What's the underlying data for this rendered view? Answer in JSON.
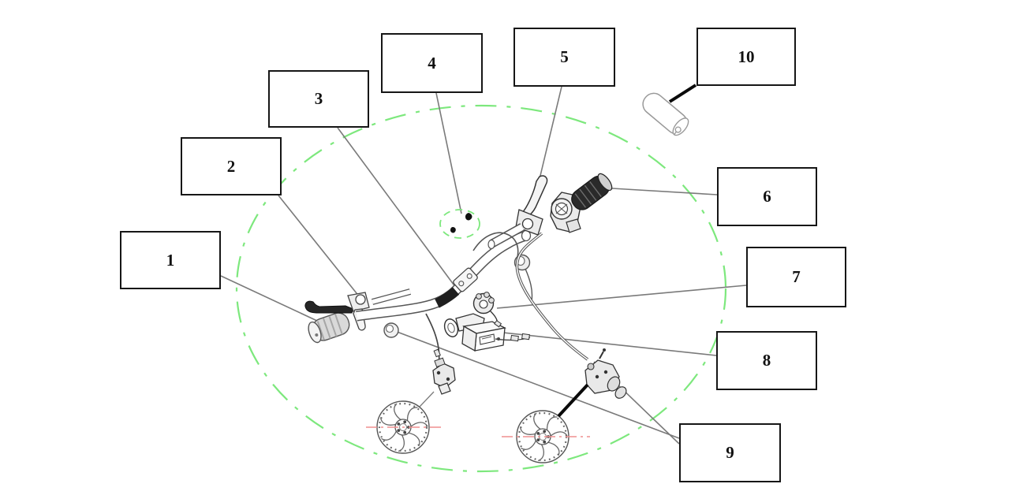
{
  "figure": {
    "type": "exploded-parts-diagram",
    "subject": "e-bike handlebar and brake assembly",
    "callouts": [
      {
        "label": "1",
        "part": "left-grip"
      },
      {
        "label": "2",
        "part": "left-brake-lever"
      },
      {
        "label": "3",
        "part": "handlebar"
      },
      {
        "label": "4",
        "part": "mounting-screws"
      },
      {
        "label": "5",
        "part": "right-brake-lever"
      },
      {
        "label": "6",
        "part": "throttle-grip"
      },
      {
        "label": "7",
        "part": "speed-sensor"
      },
      {
        "label": "8",
        "part": "display-controller"
      },
      {
        "label": "9",
        "part": "brake-calipers"
      },
      {
        "label": "10",
        "part": "grip-sleeve"
      }
    ],
    "colors": {
      "callout_border": "#161616",
      "leader_line": "#7a7a7a",
      "boundary_ellipse_green": "#7de87d",
      "rotor_centerline_red": "#ef8f8f",
      "artwork_line": "#333333"
    }
  }
}
